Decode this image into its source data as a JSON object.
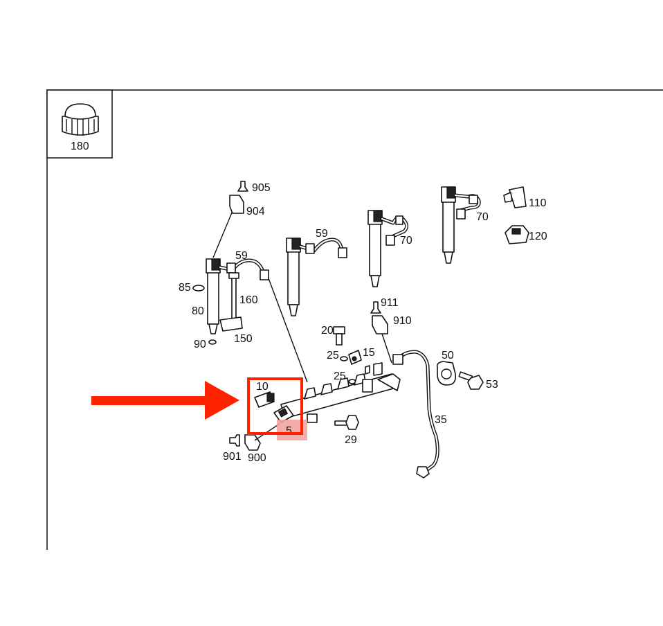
{
  "inset": {
    "label": "180"
  },
  "labels": {
    "p905": "905",
    "p904": "904",
    "p59a": "59",
    "p59b": "59",
    "p70a": "70",
    "p70b": "70",
    "p110": "110",
    "p120": "120",
    "p85": "85",
    "p80": "80",
    "p90": "90",
    "p160": "160",
    "p150": "150",
    "p911": "911",
    "p910": "910",
    "p20": "20",
    "p25a": "25",
    "p15": "15",
    "p25b": "25",
    "p50": "50",
    "p53": "53",
    "p10": "10",
    "p5": "5",
    "p35": "35",
    "p29": "29",
    "p901": "901",
    "p900": "900"
  },
  "colors": {
    "highlight": "#ff2200",
    "highlight_fill": "#f4a4a0",
    "line": "#111111"
  }
}
